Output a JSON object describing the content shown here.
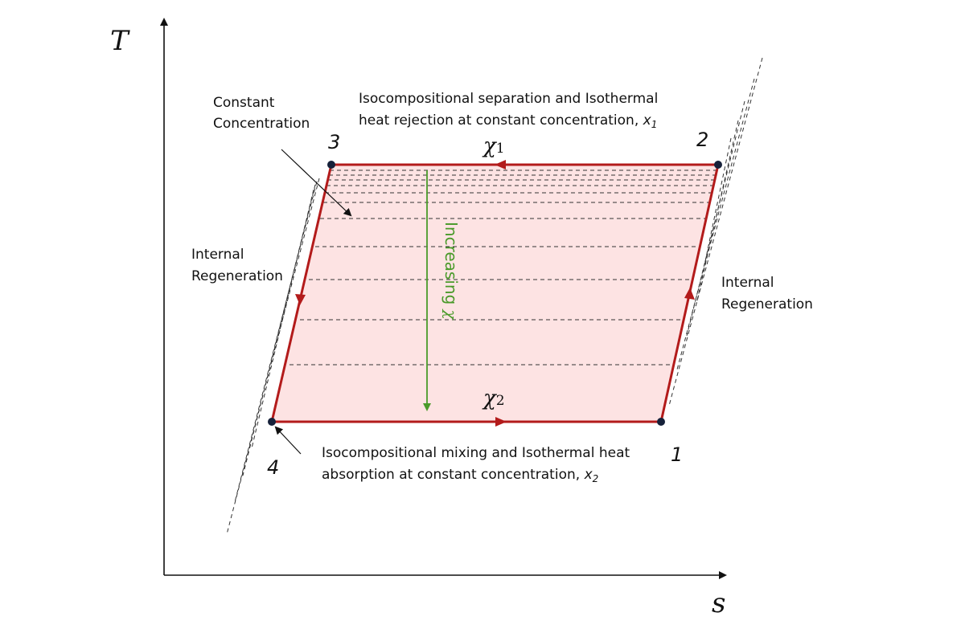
{
  "axes": {
    "y_label": "T",
    "x_label": "s"
  },
  "points": {
    "p1": "1",
    "p2": "2",
    "p3": "3",
    "p4": "4"
  },
  "labels": {
    "top_line1": "Isocompositional separation and Isothermal",
    "top_line2_main": "heat rejection at constant concentration, ",
    "top_line2_var": "x",
    "top_line2_sub": "1",
    "bottom_line1": "Isocompositional mixing and Isothermal heat",
    "bottom_line2_main": "absorption at constant concentration, ",
    "bottom_line2_var": "x",
    "bottom_line2_sub": "2",
    "constant_line1": "Constant",
    "constant_line2": "Concentration",
    "left_regen_line1": "Internal",
    "left_regen_line2": "Regeneration",
    "right_regen_line1": "Internal",
    "right_regen_line2": "Regeneration",
    "increasing_text": "Increasing ",
    "increasing_symbol": "χ",
    "chi_top_symbol": "χ",
    "chi_top_sub": "1",
    "chi_bottom_symbol": "χ",
    "chi_bottom_sub": "2"
  },
  "colors": {
    "cycle_line": "#b31b1b",
    "cycle_fill": "#fde3e3",
    "increasing_arrow": "#4a9a2a",
    "point_marker": "#16213a"
  }
}
